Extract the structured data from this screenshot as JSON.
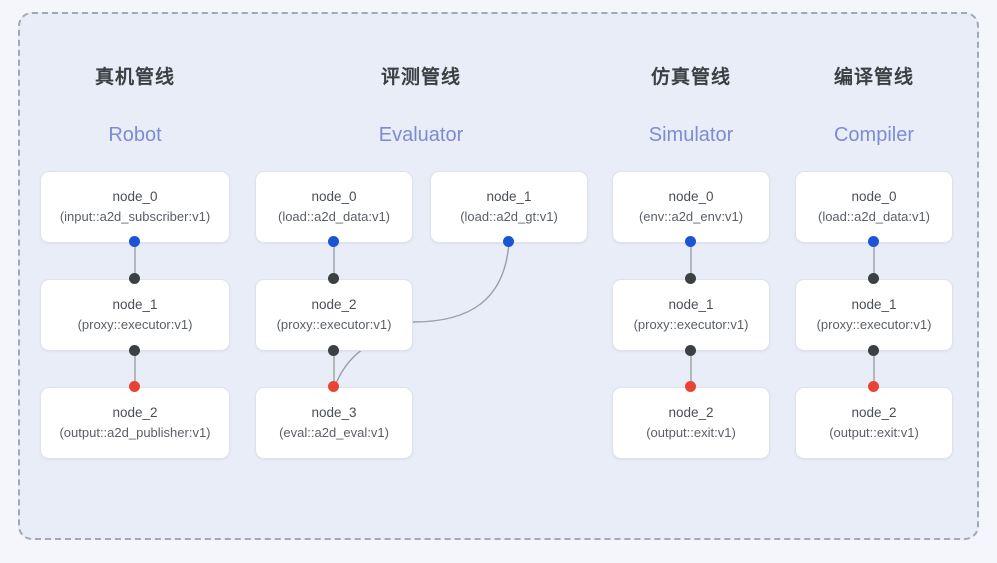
{
  "diagram": {
    "title_cn_pipelines": [
      "真机管线",
      "评测管线",
      "仿真管线",
      "编译管线"
    ],
    "frame_style": "dashed",
    "colors": {
      "background": "#f4f6fb",
      "panel": "#e9edf8",
      "frame_border": "#a2a8b4",
      "node_fill": "#ffffff",
      "node_border": "#dfe2ea",
      "title_cn": "#3c4043",
      "title_en": "#7b8dd0",
      "port_blue": "#1a56d4",
      "port_dark": "#3c4043",
      "port_red": "#ea4335",
      "edge": "#9aa0a6"
    }
  },
  "columns": [
    {
      "title_cn": "真机管线",
      "title_en": "Robot",
      "nodes": [
        {
          "name": "node_0",
          "type": "(input::a2d_subscriber:v1)"
        },
        {
          "name": "node_1",
          "type": "(proxy::executor:v1)"
        },
        {
          "name": "node_2",
          "type": "(output::a2d_publisher:v1)"
        }
      ]
    },
    {
      "title_cn": "评测管线",
      "title_en": "Evaluator",
      "nodes": [
        {
          "name": "node_0",
          "type": "(load::a2d_data:v1)"
        },
        {
          "name": "node_1",
          "type": "(load::a2d_gt:v1)"
        },
        {
          "name": "node_2",
          "type": "(proxy::executor:v1)"
        },
        {
          "name": "node_3",
          "type": "(eval::a2d_eval:v1)"
        }
      ]
    },
    {
      "title_cn": "仿真管线",
      "title_en": "Simulator",
      "nodes": [
        {
          "name": "node_0",
          "type": "(env::a2d_env:v1)"
        },
        {
          "name": "node_1",
          "type": "(proxy::executor:v1)"
        },
        {
          "name": "node_2",
          "type": "(output::exit:v1)"
        }
      ]
    },
    {
      "title_cn": "编译管线",
      "title_en": "Compiler",
      "nodes": [
        {
          "name": "node_0",
          "type": "(load::a2d_data:v1)"
        },
        {
          "name": "node_1",
          "type": "(proxy::executor:v1)"
        },
        {
          "name": "node_2",
          "type": "(output::exit:v1)"
        }
      ]
    }
  ]
}
